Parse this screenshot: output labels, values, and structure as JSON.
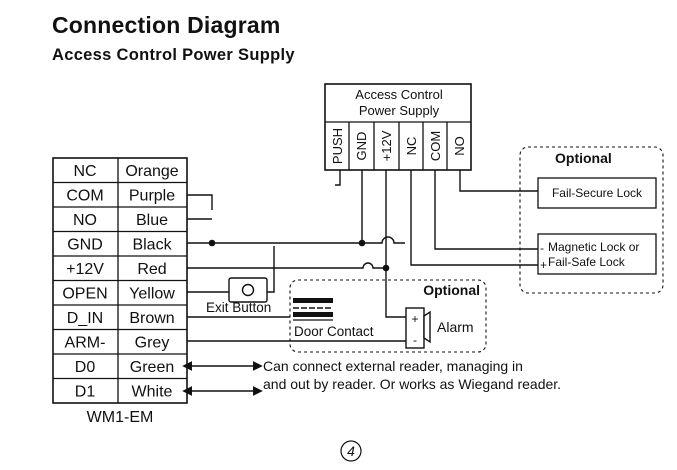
{
  "title": "Connection Diagram",
  "subtitle": "Access Control Power Supply",
  "power_supply": {
    "label_line1": "Access Control",
    "label_line2": "Power Supply",
    "terminals": [
      "PUSH",
      "GND",
      "+12V",
      "NC",
      "COM",
      "NO"
    ]
  },
  "controller": {
    "name": "WM1-EM",
    "terminals": [
      {
        "pin": "NC",
        "color": "Orange"
      },
      {
        "pin": "COM",
        "color": "Purple"
      },
      {
        "pin": "NO",
        "color": "Blue"
      },
      {
        "pin": "GND",
        "color": "Black"
      },
      {
        "pin": "+12V",
        "color": "Red"
      },
      {
        "pin": "OPEN",
        "color": "Yellow"
      },
      {
        "pin": "D_IN",
        "color": "Brown"
      },
      {
        "pin": "ARM-",
        "color": "Grey"
      },
      {
        "pin": "D0",
        "color": "Green"
      },
      {
        "pin": "D1",
        "color": "White"
      }
    ]
  },
  "optional_right": {
    "label": "Optional",
    "fail_secure": "Fail-Secure Lock",
    "maglock_line1": "Magnetic Lock or",
    "maglock_line2": "Fail-Safe Lock",
    "minus": "-",
    "plus": "+"
  },
  "optional_bottom": {
    "label": "Optional",
    "alarm": "Alarm",
    "door_contact": "Door Contact",
    "plus": "+",
    "minus": "-"
  },
  "exit_button": "Exit Button",
  "note_line1": "Can connect external reader, managing in",
  "note_line2": "and out by reader. Or works as Wiegand reader.",
  "page_number": "4"
}
